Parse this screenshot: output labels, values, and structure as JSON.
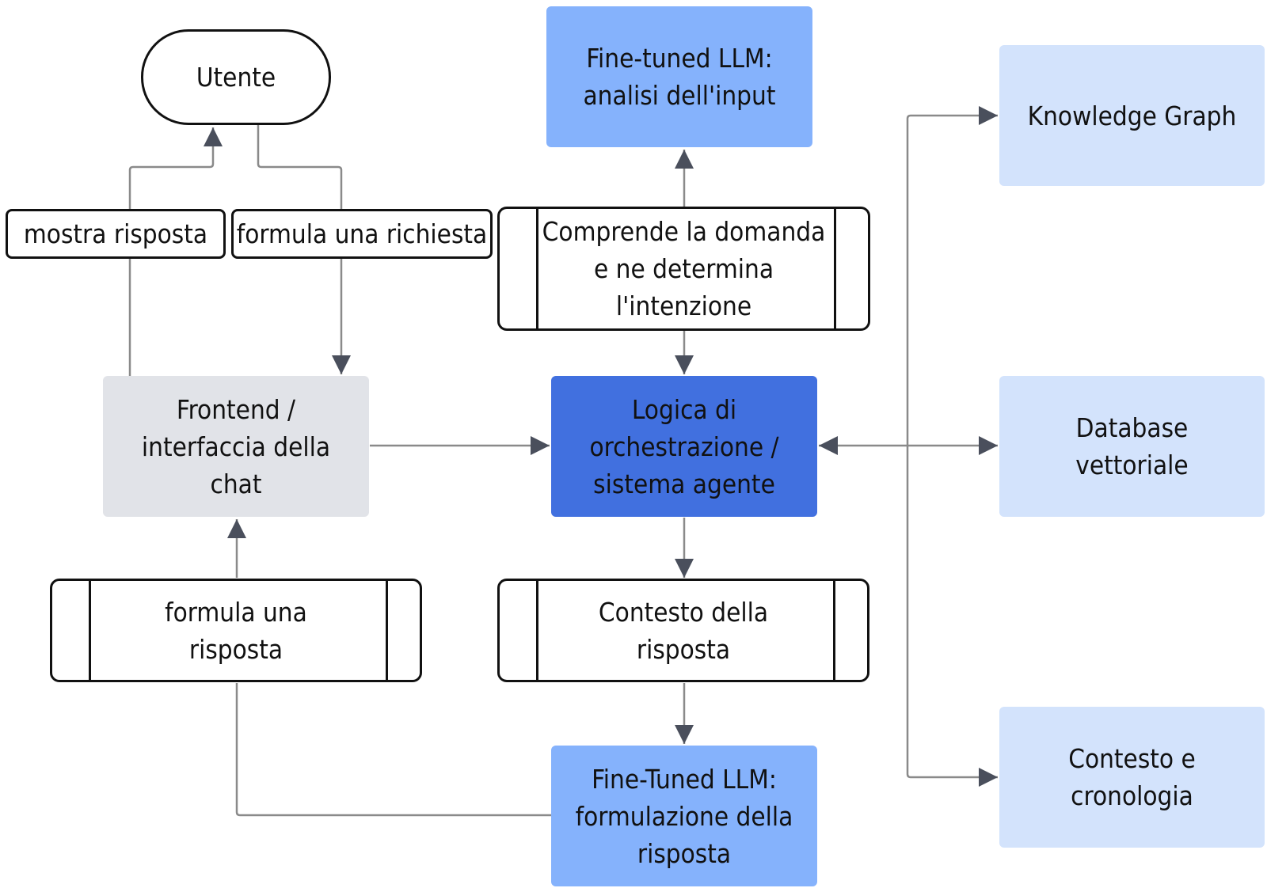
{
  "nodes": {
    "utente": "Utente",
    "llm_input": "Fine-tuned LLM:\nanalisi dell'input",
    "knowledge_graph": "Knowledge Graph",
    "mostra_risposta": "mostra risposta",
    "formula_richiesta": "formula una richiesta",
    "comprende_domanda": "Comprende la domanda\ne ne determina\nl'intenzione",
    "frontend": "Frontend /\ninterfaccia della\nchat",
    "logica": "Logica di\norchestrazione /\nsistema agente",
    "database": "Database\nvettoriale",
    "formula_risposta": "formula una\nrisposta",
    "contesto_risposta": "Contesto della\nrisposta",
    "llm_output": "Fine-Tuned LLM:\nformulazione della\nrisposta",
    "contesto_cronologia": "Contesto e\ncronologia"
  },
  "colors": {
    "light_blue": "#d3e3fc",
    "mid_blue": "#85b2fc",
    "dark_blue": "#4170df",
    "gray": "#e1e3e8",
    "line": "#8a8a8a",
    "arrow": "#4a4f5c"
  }
}
